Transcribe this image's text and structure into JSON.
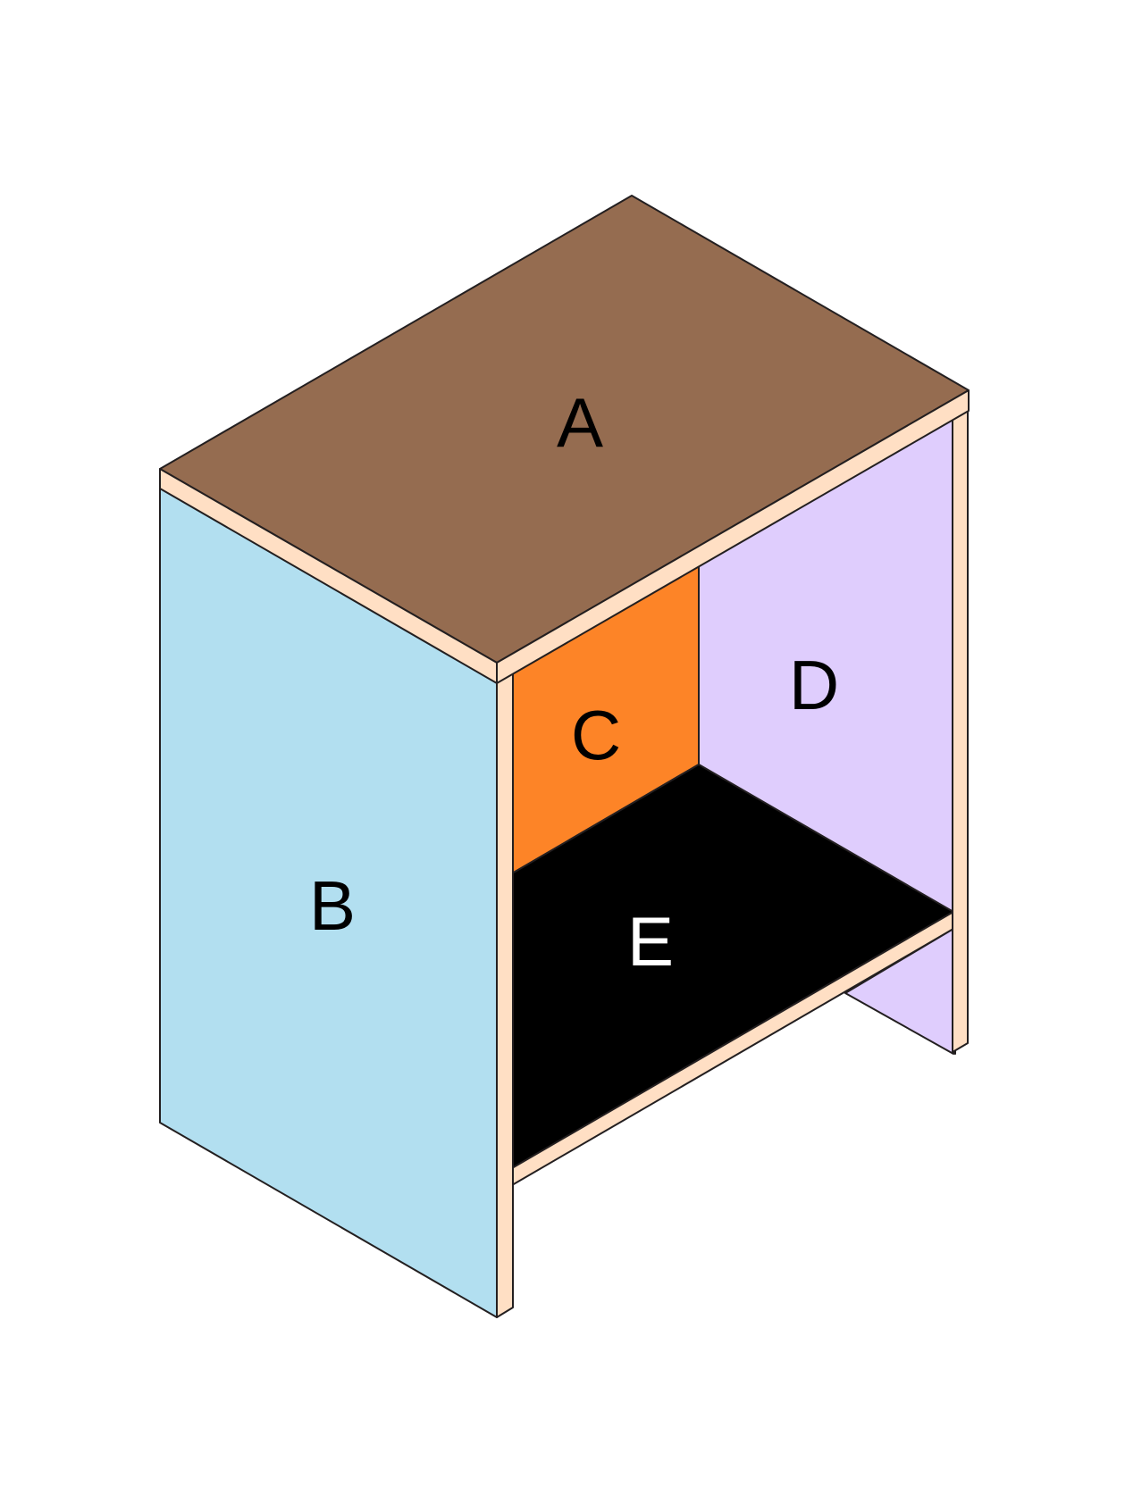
{
  "diagram": {
    "panels": [
      {
        "id": "A",
        "label": "A",
        "role": "top",
        "color": "#956c50",
        "label_color": "#000000"
      },
      {
        "id": "B",
        "label": "B",
        "role": "left side",
        "color": "#b2dff0",
        "label_color": "#000000"
      },
      {
        "id": "C",
        "label": "C",
        "role": "back",
        "color": "#fd8427",
        "label_color": "#000000"
      },
      {
        "id": "D",
        "label": "D",
        "role": "right side",
        "color": "#dfcdfd",
        "label_color": "#000000"
      },
      {
        "id": "E",
        "label": "E",
        "role": "shelf",
        "color": "#000000",
        "label_color": "#ffffff"
      }
    ],
    "edge_color": "#ffdfc4",
    "outline_color": "#231f20"
  }
}
